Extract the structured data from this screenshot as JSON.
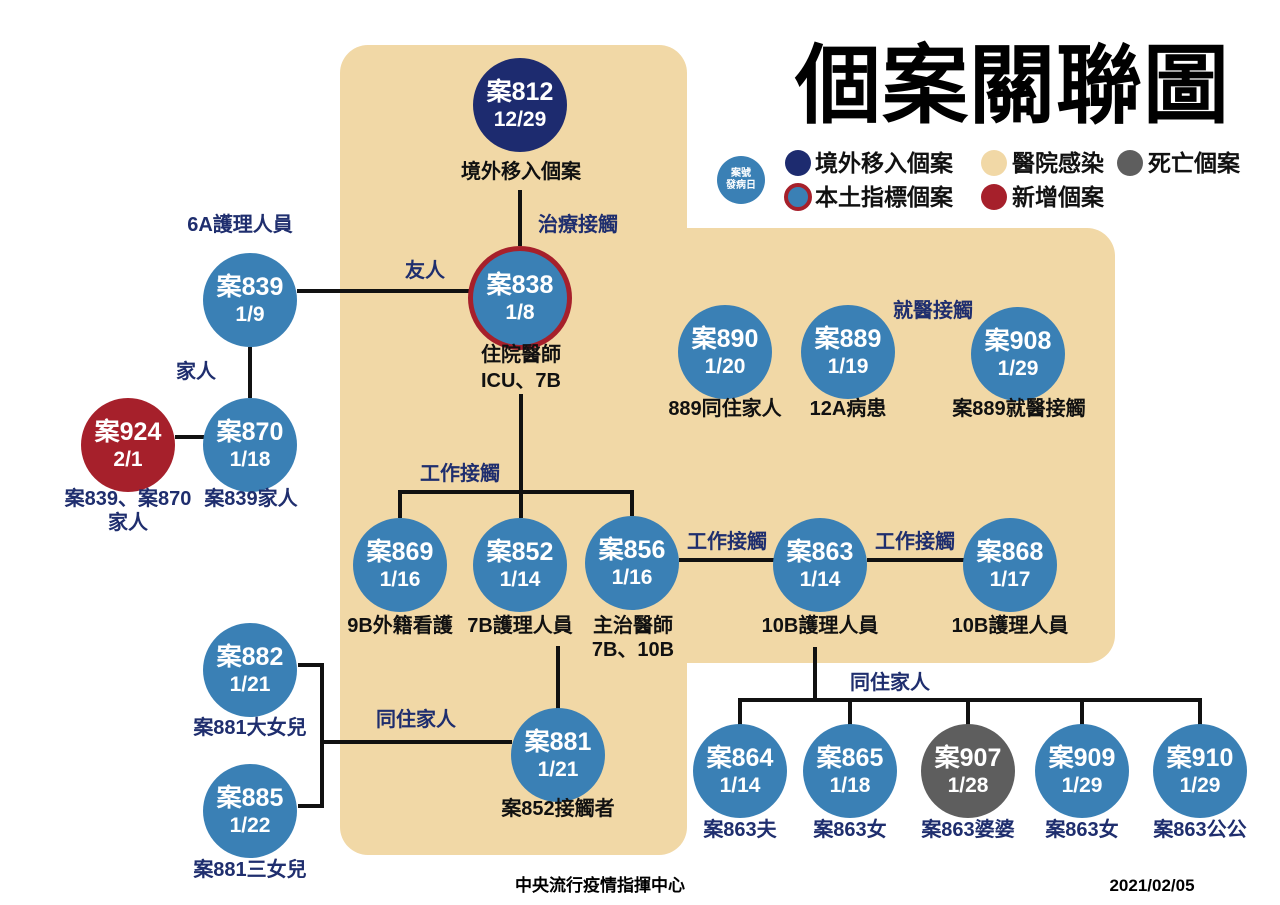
{
  "title": "個案關聯圖",
  "colors": {
    "hospital_zone": "#f1d8a6",
    "lines": "#111111",
    "relation_text": "#1f2e6e"
  },
  "legend": {
    "sample": {
      "case": "案號",
      "onset": "發病日",
      "fill": "#3a80b5"
    },
    "items": [
      {
        "label": "境外移入個案",
        "fill": "#1d2b6f"
      },
      {
        "label": "醫院感染",
        "fill": "#f1d8a6"
      },
      {
        "label": "死亡個案",
        "fill": "#5e5e5e"
      },
      {
        "label": "本土指標個案",
        "fill": "#3a80b5",
        "ring": "#a6202b"
      },
      {
        "label": "新增個案",
        "fill": "#a6202b"
      }
    ]
  },
  "nodes": {
    "c812": {
      "case": "案812",
      "onset": "12/29",
      "fill": "#1d2b6f",
      "note": [
        "境外移入個案"
      ]
    },
    "c838": {
      "case": "案838",
      "onset": "1/8",
      "fill": "#3a80b5",
      "ring": "#a6202b",
      "note": [
        "住院醫師",
        "ICU、7B"
      ]
    },
    "c839": {
      "case": "案839",
      "onset": "1/9",
      "fill": "#3a80b5",
      "note": [
        "6A護理人員"
      ]
    },
    "c870": {
      "case": "案870",
      "onset": "1/18",
      "fill": "#3a80b5",
      "note": [
        "案839家人"
      ]
    },
    "c924": {
      "case": "案924",
      "onset": "2/1",
      "fill": "#a6202b",
      "note": [
        "案839、案870",
        "家人"
      ]
    },
    "c890": {
      "case": "案890",
      "onset": "1/20",
      "fill": "#3a80b5",
      "note": [
        "889同住家人"
      ]
    },
    "c889": {
      "case": "案889",
      "onset": "1/19",
      "fill": "#3a80b5",
      "note": [
        "12A病患"
      ]
    },
    "c908": {
      "case": "案908",
      "onset": "1/29",
      "fill": "#3a80b5",
      "note": [
        "案889就醫接觸"
      ]
    },
    "c869": {
      "case": "案869",
      "onset": "1/16",
      "fill": "#3a80b5",
      "note": [
        "9B外籍看護"
      ]
    },
    "c852": {
      "case": "案852",
      "onset": "1/14",
      "fill": "#3a80b5",
      "note": [
        "7B護理人員"
      ]
    },
    "c856": {
      "case": "案856",
      "onset": "1/16",
      "fill": "#3a80b5",
      "note": [
        "主治醫師",
        "7B、10B"
      ]
    },
    "c863": {
      "case": "案863",
      "onset": "1/14",
      "fill": "#3a80b5",
      "note": [
        "10B護理人員"
      ]
    },
    "c868": {
      "case": "案868",
      "onset": "1/17",
      "fill": "#3a80b5",
      "note": [
        "10B護理人員"
      ]
    },
    "c881": {
      "case": "案881",
      "onset": "1/21",
      "fill": "#3a80b5",
      "note": [
        "案852接觸者"
      ]
    },
    "c882": {
      "case": "案882",
      "onset": "1/21",
      "fill": "#3a80b5",
      "note": [
        "案881大女兒"
      ]
    },
    "c885": {
      "case": "案885",
      "onset": "1/22",
      "fill": "#3a80b5",
      "note": [
        "案881三女兒"
      ]
    },
    "c864": {
      "case": "案864",
      "onset": "1/14",
      "fill": "#3a80b5",
      "note": [
        "案863夫"
      ]
    },
    "c865": {
      "case": "案865",
      "onset": "1/18",
      "fill": "#3a80b5",
      "note": [
        "案863女"
      ]
    },
    "c907": {
      "case": "案907",
      "onset": "1/28",
      "fill": "#5e5e5e",
      "note": [
        "案863婆婆"
      ]
    },
    "c909": {
      "case": "案909",
      "onset": "1/29",
      "fill": "#3a80b5",
      "note": [
        "案863女"
      ]
    },
    "c910": {
      "case": "案910",
      "onset": "1/29",
      "fill": "#3a80b5",
      "note": [
        "案863公公"
      ]
    }
  },
  "relations": {
    "r812_838": "治療接觸",
    "r839_838": "友人",
    "r839_870": "家人",
    "r838_work": "工作接觸",
    "r856_863": "工作接觸",
    "r863_868": "工作接觸",
    "r889_908": "就醫接觸",
    "r881_family": "同住家人",
    "r863_family": "同住家人"
  },
  "footer": {
    "agency": "中央流行疫情指揮中心",
    "date": "2021/02/05"
  }
}
